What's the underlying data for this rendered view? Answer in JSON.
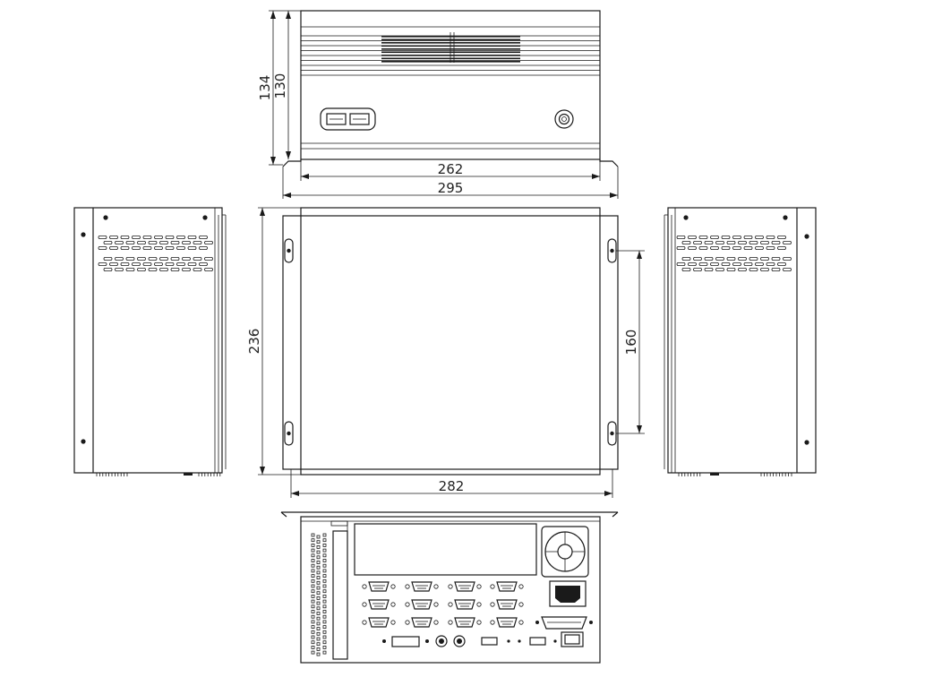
{
  "dimensions": {
    "front_height_overall": "134",
    "front_height_body": "130",
    "front_width_body": "262",
    "front_width_overall": "295",
    "top_depth": "236",
    "mount_hole_spacing": "160",
    "top_width": "282"
  },
  "views": [
    "front-view",
    "top-view",
    "left-side-view",
    "right-side-view",
    "rear-view"
  ],
  "colors": {
    "line": "#1a1a1a",
    "background": "#ffffff"
  }
}
